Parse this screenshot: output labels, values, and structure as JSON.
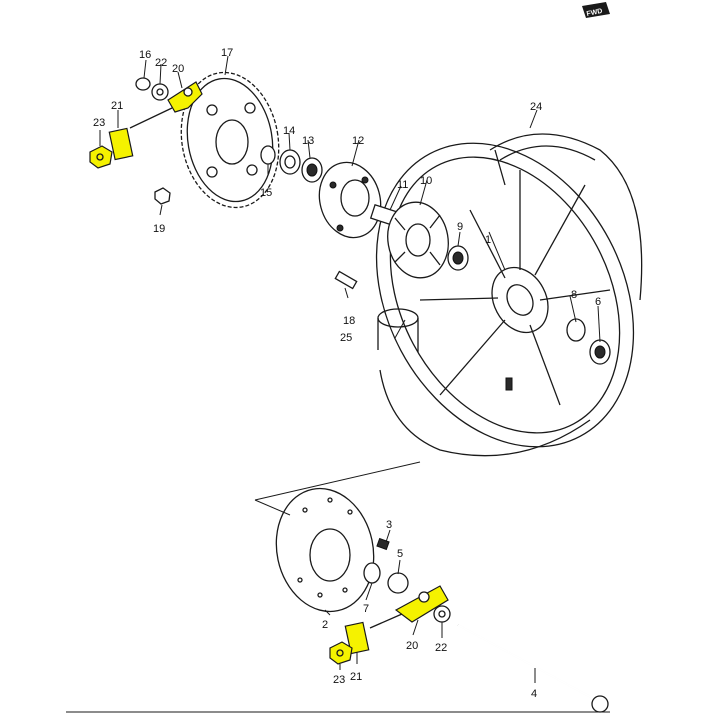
{
  "diagram": {
    "direction_badge": "FWD",
    "highlight_color": "#f5f200",
    "ink_color": "#1a1a1a",
    "callouts": {
      "c1": "1",
      "c2": "2",
      "c3": "3",
      "c4": "4",
      "c5": "5",
      "c6": "6",
      "c7": "7",
      "c8": "8",
      "c9": "9",
      "c10": "10",
      "c11": "11",
      "c12": "12",
      "c13": "13",
      "c14": "14",
      "c15": "15",
      "c16": "16",
      "c17": "17",
      "c18": "18",
      "c19": "19",
      "c20a": "20",
      "c20b": "20",
      "c21a": "21",
      "c21b": "21",
      "c22a": "22",
      "c22b": "22",
      "c23a": "23",
      "c23b": "23",
      "c24": "24",
      "c25": "25"
    }
  }
}
